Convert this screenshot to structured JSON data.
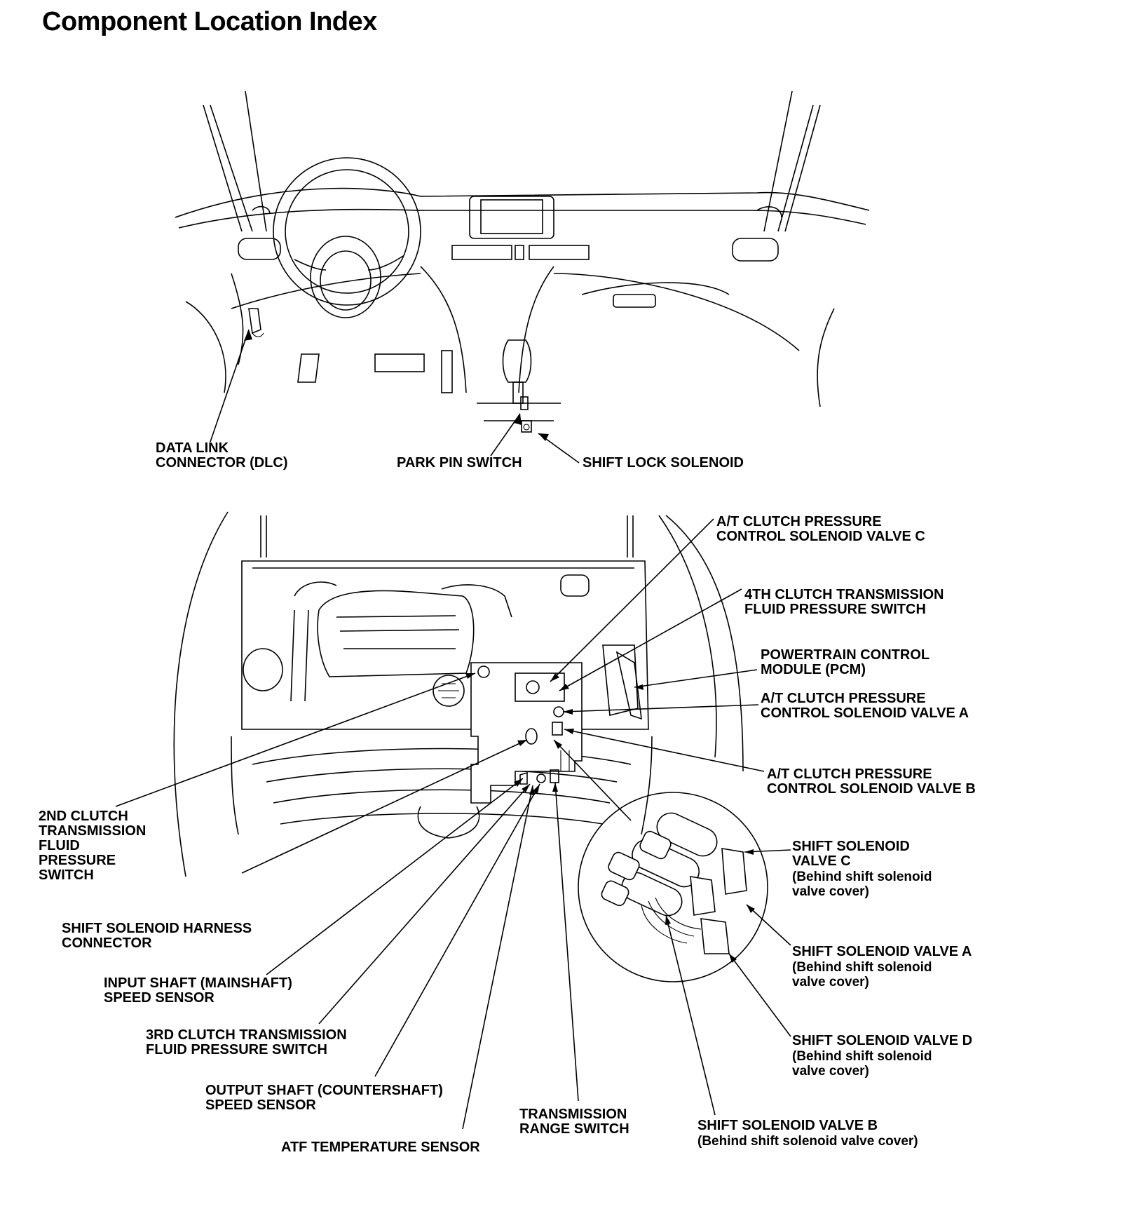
{
  "title": "Component Location Index",
  "labels": {
    "dlc": [
      "DATA LINK",
      "CONNECTOR (DLC)"
    ],
    "park_pin": [
      "PARK PIN SWITCH"
    ],
    "shift_lock": [
      "SHIFT LOCK SOLENOID"
    ],
    "at_cpsv_c": [
      "A/T CLUTCH PRESSURE",
      "CONTROL SOLENOID VALVE C"
    ],
    "fourth_clutch": [
      "4TH CLUTCH TRANSMISSION",
      "FLUID PRESSURE SWITCH"
    ],
    "pcm": [
      "POWERTRAIN CONTROL",
      "MODULE (PCM)"
    ],
    "at_cpsv_a": [
      "A/T CLUTCH PRESSURE",
      "CONTROL SOLENOID VALVE A"
    ],
    "at_cpsv_b": [
      "A/T CLUTCH PRESSURE",
      "CONTROL SOLENOID VALVE B"
    ],
    "second_clutch": [
      "2ND CLUTCH",
      "TRANSMISSION",
      "FLUID",
      "PRESSURE",
      "SWITCH"
    ],
    "ssv_harness": [
      "SHIFT SOLENOID HARNESS",
      "CONNECTOR"
    ],
    "input_shaft": [
      "INPUT SHAFT (MAINSHAFT)",
      "SPEED SENSOR"
    ],
    "third_clutch": [
      "3RD CLUTCH TRANSMISSION",
      "FLUID PRESSURE SWITCH"
    ],
    "output_shaft": [
      "OUTPUT SHAFT (COUNTERSHAFT)",
      "SPEED SENSOR"
    ],
    "atf_temp": [
      "ATF TEMPERATURE SENSOR"
    ],
    "trs": [
      "TRANSMISSION",
      "RANGE SWITCH"
    ],
    "ssv_c": [
      "SHIFT SOLENOID",
      "VALVE C",
      "(Behind shift solenoid",
      " valve cover)"
    ],
    "ssv_a": [
      "SHIFT SOLENOID VALVE A",
      "(Behind shift solenoid",
      " valve cover)"
    ],
    "ssv_d": [
      "SHIFT SOLENOID VALVE D",
      "(Behind shift solenoid",
      " valve cover)"
    ],
    "ssv_b": [
      "SHIFT SOLENOID VALVE B",
      "(Behind shift solenoid valve cover)"
    ]
  }
}
